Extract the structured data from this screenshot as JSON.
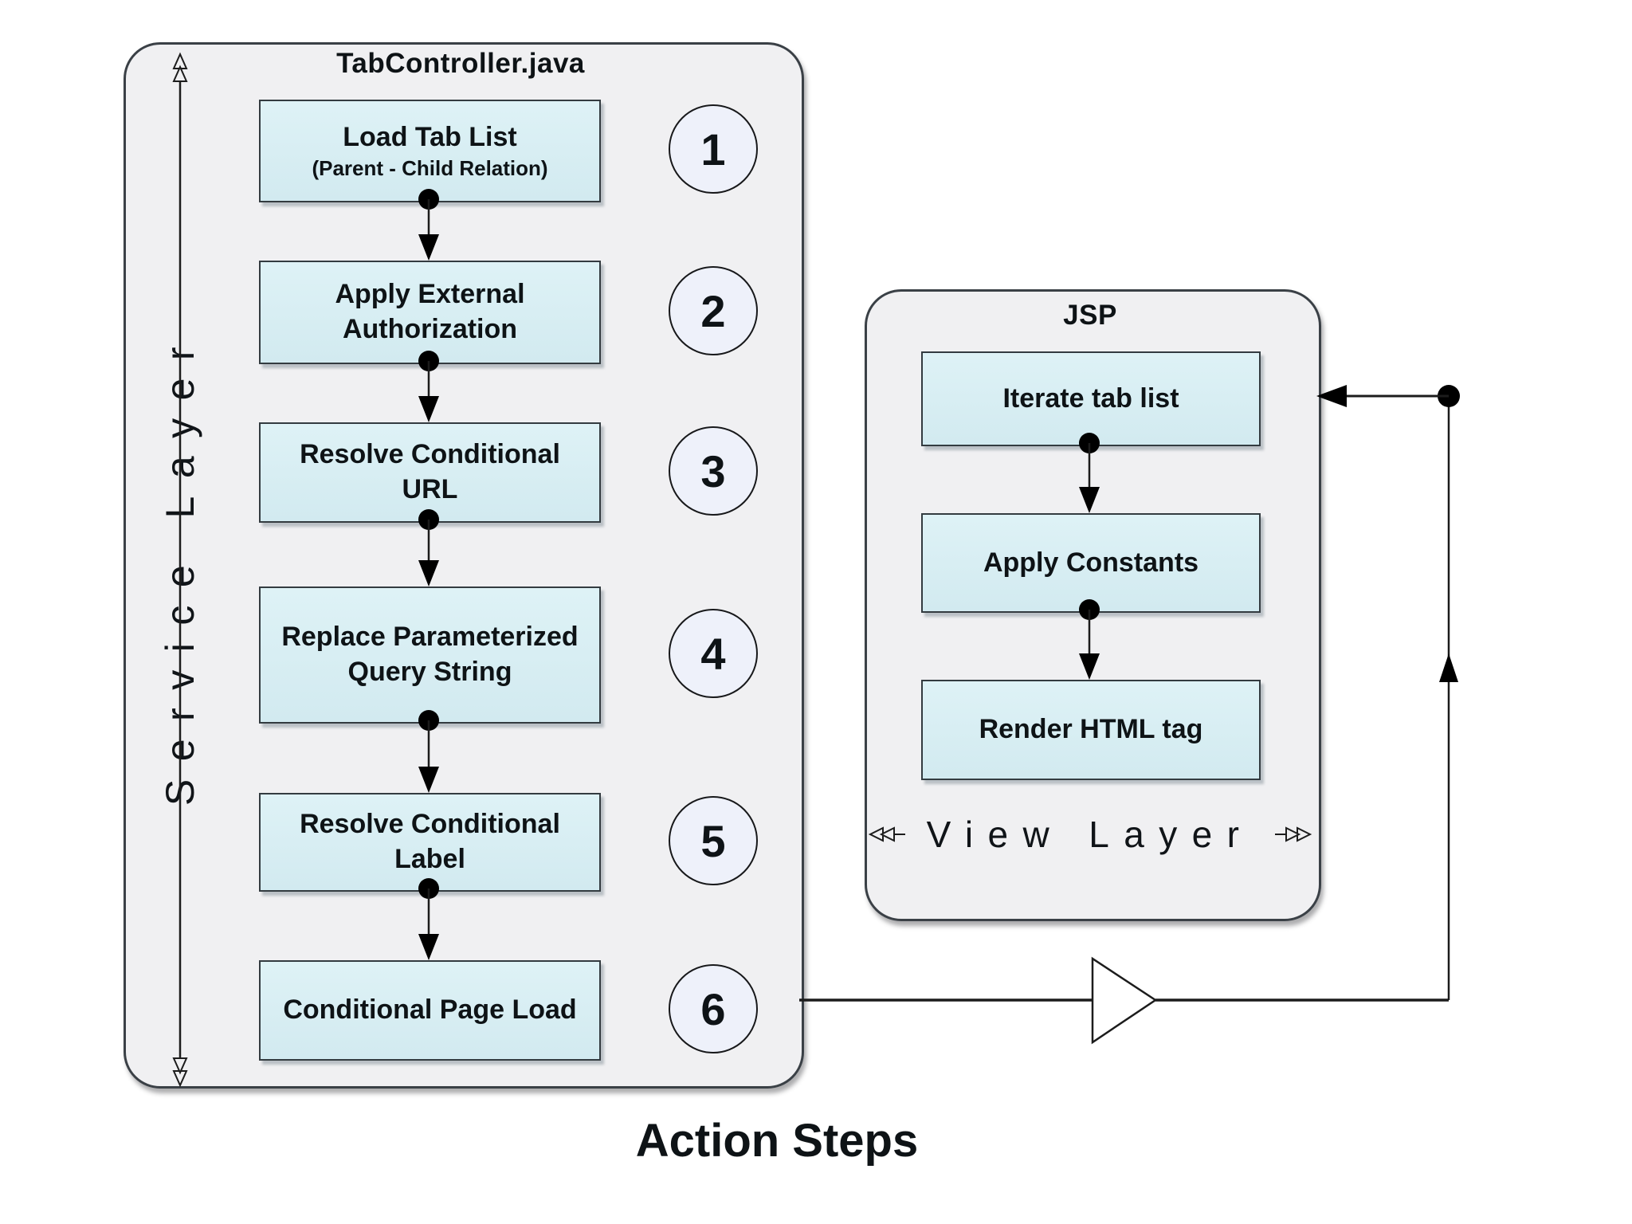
{
  "page": {
    "caption": "Action Steps",
    "background": "#ffffff"
  },
  "panels": {
    "service": {
      "title": "TabController.java",
      "axis_label": "Service Layer",
      "steps": [
        {
          "number": "1",
          "line1": "Load Tab List",
          "line2": "(Parent - Child Relation)"
        },
        {
          "number": "2",
          "line1": "Apply External",
          "line2": "Authorization"
        },
        {
          "number": "3",
          "line1": "Resolve Conditional",
          "line2": "URL"
        },
        {
          "number": "4",
          "line1": "Replace Parameterized",
          "line2": "Query String"
        },
        {
          "number": "5",
          "line1": "Resolve Conditional",
          "line2": "Label"
        },
        {
          "number": "6",
          "line1": "Conditional Page Load",
          "line2": ""
        }
      ]
    },
    "view": {
      "title": "JSP",
      "axis_label": "View Layer",
      "steps": [
        {
          "label": "Iterate tab list"
        },
        {
          "label": "Apply Constants"
        },
        {
          "label": "Render HTML tag"
        }
      ]
    }
  },
  "colors": {
    "box_fill": "#d8eef3",
    "panel_fill": "#f0f0f2",
    "circle_fill": "#eef1fa",
    "line": "#1c1c1c",
    "ink": "#0e1316"
  }
}
